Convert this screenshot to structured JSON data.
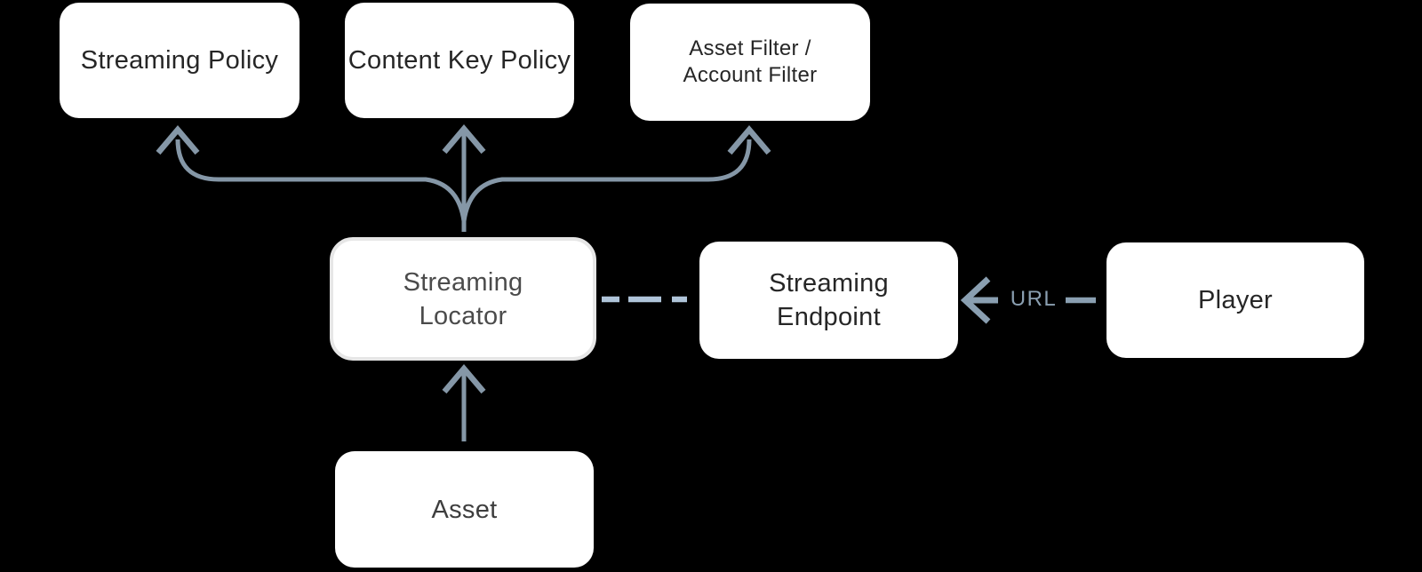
{
  "colors": {
    "canvas_bg": "#000000",
    "node_bg": "#ffffff",
    "node_text": "#262626",
    "locator_text": "#4b4b4b",
    "asset_text": "#3e3e3e",
    "locator_border": "#e6e6e6",
    "arrow": "#8597a7",
    "dashed_connector": "#afc4d9",
    "url_accent": "#8a9fb1"
  },
  "nodes": {
    "streaming_policy": {
      "label": "Streaming Policy"
    },
    "content_key_policy": {
      "label": "Content Key Policy"
    },
    "asset_filter": {
      "label": "Asset Filter / Account Filter",
      "lines": [
        "Asset Filter /",
        "Account Filter"
      ]
    },
    "streaming_locator": {
      "label": "Streaming Locator",
      "lines": [
        "Streaming",
        "Locator"
      ]
    },
    "streaming_endpoint": {
      "label": "Streaming Endpoint",
      "lines": [
        "Streaming",
        "Endpoint"
      ]
    },
    "player": {
      "label": "Player"
    },
    "asset": {
      "label": "Asset"
    }
  },
  "edges": [
    {
      "from": "streaming_locator",
      "to": "streaming_policy",
      "style": "solid",
      "arrowhead": true
    },
    {
      "from": "streaming_locator",
      "to": "content_key_policy",
      "style": "solid",
      "arrowhead": true
    },
    {
      "from": "streaming_locator",
      "to": "asset_filter",
      "style": "solid",
      "arrowhead": true
    },
    {
      "from": "asset",
      "to": "streaming_locator",
      "style": "solid",
      "arrowhead": true
    },
    {
      "from": "streaming_locator",
      "to": "streaming_endpoint",
      "style": "dashed",
      "arrowhead": false
    },
    {
      "from": "player",
      "to": "streaming_endpoint",
      "style": "dashed",
      "arrowhead": true,
      "label": "URL"
    }
  ],
  "labels": {
    "url": "URL"
  }
}
